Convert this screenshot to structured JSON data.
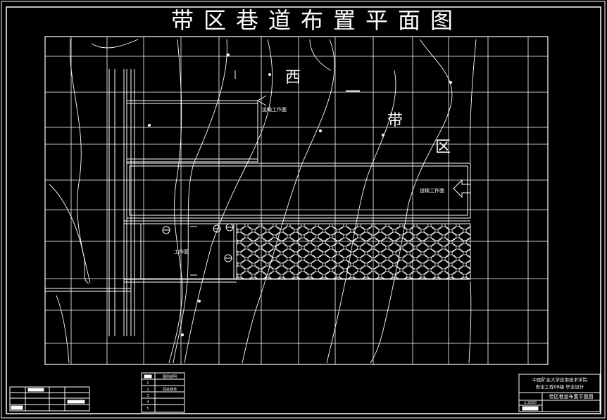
{
  "drawing": {
    "title": "带区巷道布置平面图",
    "area_chars": [
      "西",
      "一",
      "带",
      "区"
    ],
    "labels": {
      "face_top": "运输工作面",
      "face_right": "运输工作面",
      "work_face": "工作面"
    }
  },
  "title_block": {
    "school": "中国矿业大学应用技术学院",
    "project": "安全工程08级 毕业设计",
    "sheet_name": "带区巷道布置平面图",
    "scale": "1:2000"
  },
  "legend": {
    "header": "图例说明",
    "rows": [
      "1",
      "2",
      "3",
      "4",
      "5"
    ],
    "row2_text": "回采巷道"
  },
  "colors": {
    "background": "#000000",
    "line": "#ffffff"
  }
}
